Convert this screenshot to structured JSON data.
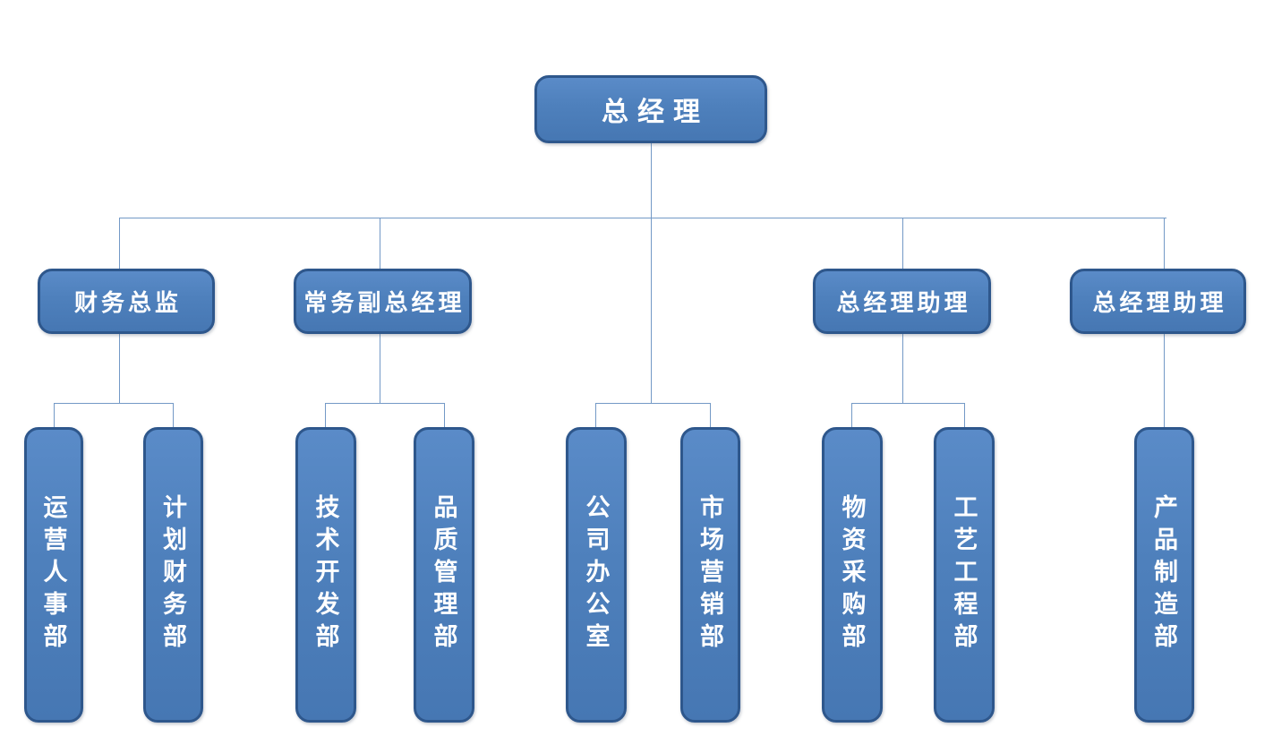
{
  "diagram": {
    "type": "org-chart",
    "background": "#FFFFFF",
    "colors": {
      "box_fill": "#4E80BC",
      "box_fill_highlight": "#5A8BC8",
      "box_border": "#2E578C",
      "connector_line": "#7399C6",
      "text": "#FFFFFF"
    },
    "hierarchy": {
      "label": "总经理",
      "children": [
        {
          "label": "财务总监",
          "children": [
            {
              "label": "运营人事部"
            },
            {
              "label": "计划财务部"
            }
          ]
        },
        {
          "label": "常务副总经理",
          "children": [
            {
              "label": "技术开发部"
            },
            {
              "label": "品质管理部"
            }
          ]
        },
        {
          "label": "公司办公室"
        },
        {
          "label": "市场营销部"
        },
        {
          "label": "总经理助理",
          "children": [
            {
              "label": "物资采购部"
            },
            {
              "label": "工艺工程部"
            }
          ]
        },
        {
          "label": "总经理助理",
          "children": [
            {
              "label": "产品制造部"
            }
          ]
        }
      ]
    }
  }
}
